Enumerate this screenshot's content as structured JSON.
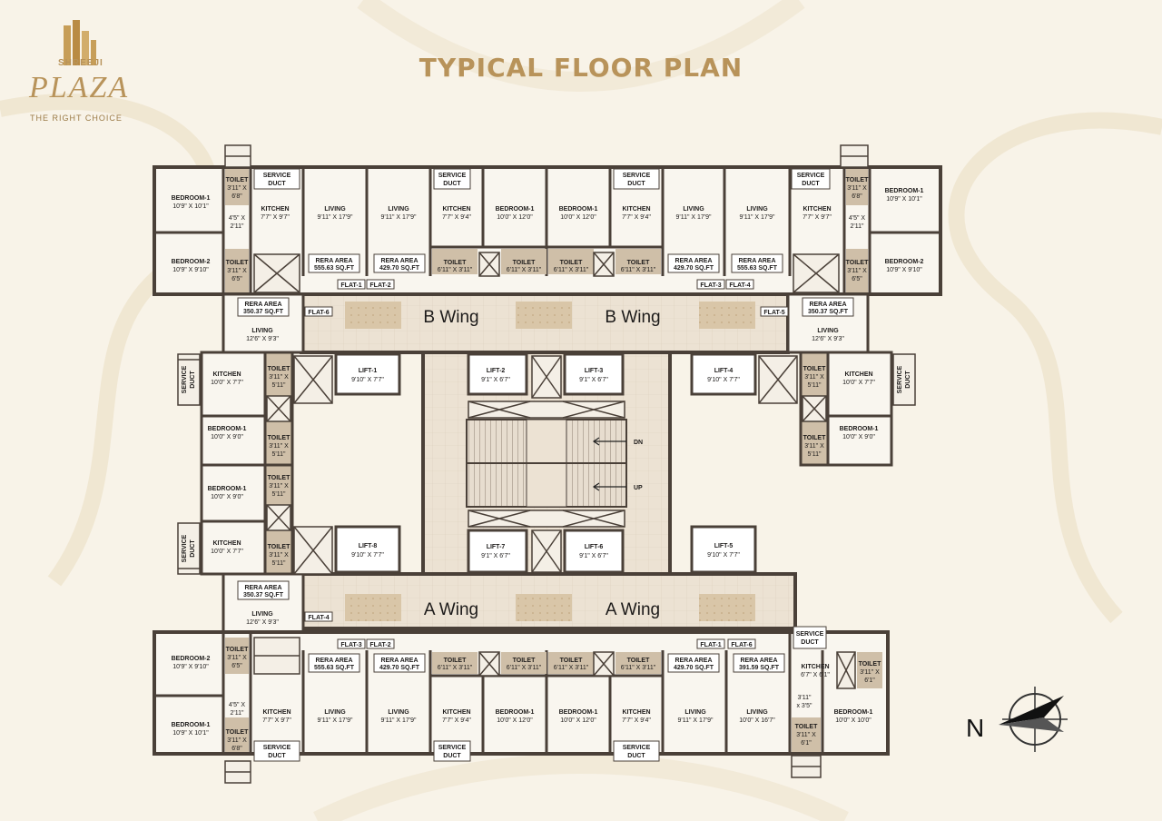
{
  "brand": {
    "name_top": "SHREEJI",
    "name_main": "PLAZA",
    "tagline": "THE RIGHT CHOICE"
  },
  "page_title": "TYPICAL FLOOR PLAN",
  "compass": {
    "label": "N"
  },
  "colors": {
    "wall": "#4a4038",
    "room": "#f9f6ef",
    "lobby": "#ede3d4",
    "accent": "#b8935a",
    "toilet": "#cfbfa8"
  },
  "wings": {
    "b_left": "B Wing",
    "b_right": "B Wing",
    "a_left": "A Wing",
    "a_right": "A Wing"
  },
  "flats": {
    "b1": "FLAT-1",
    "b2": "FLAT-2",
    "b3": "FLAT-3",
    "b4": "FLAT-4",
    "b5": "FLAT-5",
    "b6": "FLAT-6",
    "a1": "FLAT-1",
    "a2": "FLAT-2",
    "a3": "FLAT-3",
    "a4": "FLAT-4",
    "a6": "FLAT-6"
  },
  "rera": {
    "label": "RERA AREA",
    "b1": "555.63 SQ.FT",
    "b2": "429.70 SQ.FT",
    "b3": "429.70 SQ.FT",
    "b4": "555.63 SQ.FT",
    "b5": "350.37 SQ.FT",
    "b6": "350.37 SQ.FT",
    "a4": "350.37 SQ.FT",
    "a3": "555.63 SQ.FT",
    "a2": "429.70 SQ.FT",
    "a1": "429.70 SQ.FT",
    "a6": "391.59 SQ.FT"
  },
  "rooms": {
    "bedroom1": "BEDROOM-1",
    "bedroom2": "BEDROOM-2",
    "kitchen": "KITCHEN",
    "living": "LIVING",
    "toilet": "TOILET",
    "service_duct_1": "SERVICE",
    "service_duct_2": "DUCT"
  },
  "dims": {
    "bed1_big": "10'9\" X 10'1\"",
    "bed2": "10'9\" X 9'10\"",
    "kit_a": "7'7\" X 9'7\"",
    "kit_b": "7'7\" X 9'4\"",
    "living": "9'11\" X 17'9\"",
    "bed1_mid": "10'0\" X 12'0\"",
    "bed1_small": "10'0\" X 9'0\"",
    "kit_side": "10'0\" X 7'7\"",
    "living_side": "12'6\" X 9'3\"",
    "toilet_a": "3'11\" X",
    "toilet_a2": "6'8\"",
    "toilet_b2": "6'5\"",
    "toilet_c2": "5'11\"",
    "toilet_long": "6'11\" X 3'11\"",
    "passage_a": "4'5\" X",
    "passage_b": "2'11\"",
    "lift_big": "9'10\" X 7'7\"",
    "lift_small": "9'1\" X 6'7\"",
    "kit_a6": "6'7\" X 6'1\"",
    "living_a6": "10'0\" X 16'7\"",
    "bed_a6": "10'0\" X 10'0\"",
    "toilet_a6": "6'1\"",
    "passage_a6a": "3'11\"",
    "passage_a6b": "x 3'5\""
  },
  "lifts": {
    "l1": "LIFT-1",
    "l2": "LIFT-2",
    "l3": "LIFT-3",
    "l4": "LIFT-4",
    "l5": "LIFT-5",
    "l6": "LIFT-6",
    "l7": "LIFT-7",
    "l8": "LIFT-8"
  },
  "stairs": {
    "down": "DN",
    "up": "UP"
  }
}
